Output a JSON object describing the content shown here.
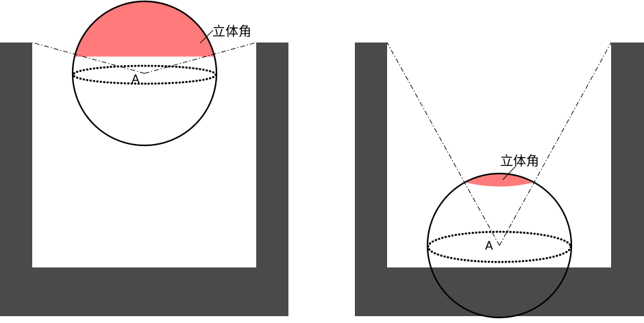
{
  "colors": {
    "wall": "#4a4a4a",
    "cap": "#ff7b7b",
    "line": "#000000",
    "background": "#ffffff"
  },
  "left_panel": {
    "solid_angle_label": "立体角",
    "point_label": "A"
  },
  "right_panel": {
    "solid_angle_label": "立体角",
    "point_label": "A"
  }
}
